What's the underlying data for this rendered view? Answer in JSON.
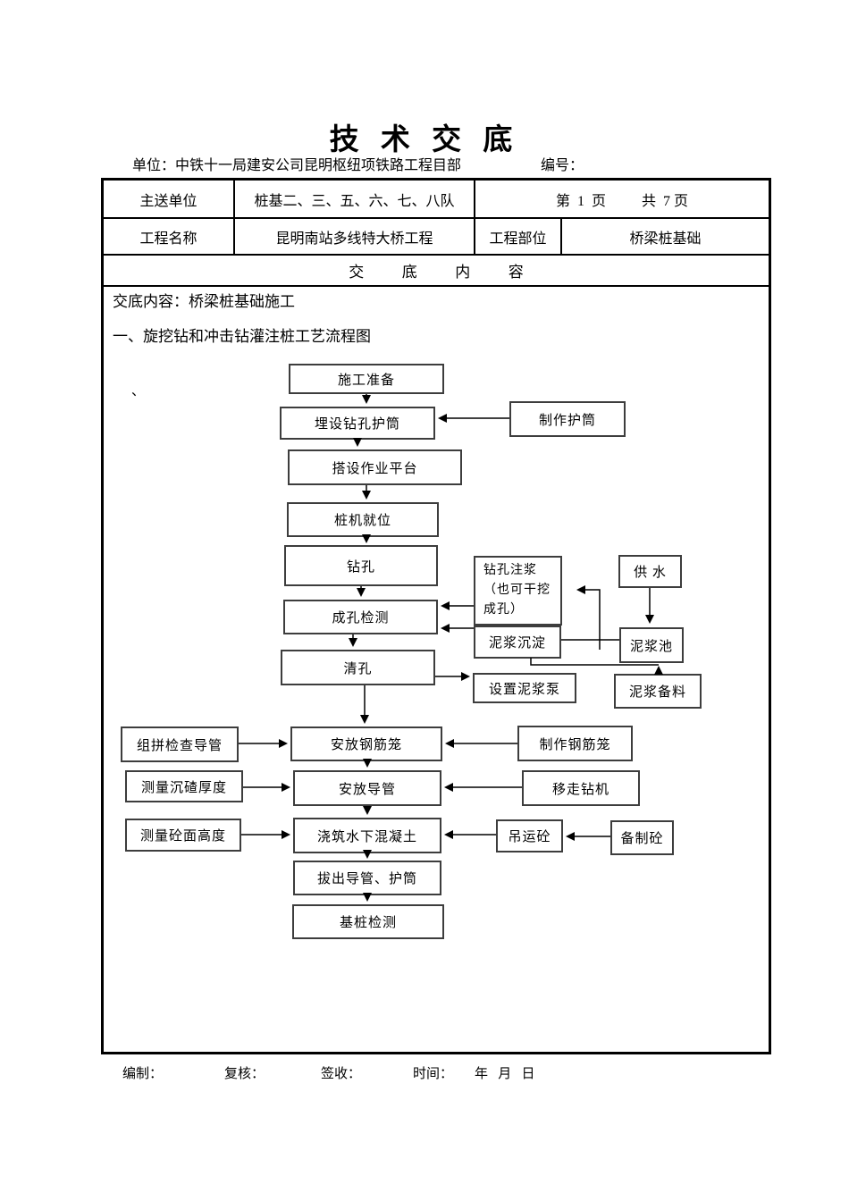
{
  "doc": {
    "title": "技 术 交 底",
    "unit_line": "单位：中铁十一局建安公司昆明枢纽项铁路工程目部",
    "number_label": "编号：",
    "stray_mark": "、"
  },
  "header_table": {
    "main_recipient_label": "主送单位",
    "main_recipient_value": "桩基二、三、五、六、七、八队",
    "page_info": "第  1  页          共  7 页",
    "project_name_label": "工程名称",
    "project_name_value": "昆明南站多线特大桥工程",
    "project_part_label": "工程部位",
    "project_part_value": "桥梁桩基础",
    "content_header": "交          底          内          容"
  },
  "content": {
    "intro_line": "交底内容：桥梁桩基础施工",
    "section_heading": "一、旋挖钻和冲击钻灌注桩工艺流程图"
  },
  "flowchart": {
    "nodes": {
      "prep": "施工准备",
      "casing_install": "埋设钻孔护筒",
      "casing_make": "制作护筒",
      "platform": "搭设作业平台",
      "rig_position": "桩机就位",
      "drilling": "钻孔",
      "grouting": "钻孔注浆\n（也可干挖\n成孔）",
      "water_supply": "供 水",
      "hole_check": "成孔检测",
      "mud_settle": "泥浆沉淀",
      "mud_pool": "泥浆池",
      "hole_clean": "清孔",
      "mud_pump": "设置泥浆泵",
      "mud_material": "泥浆备料",
      "duct_assemble": "组拼检查导管",
      "cage_place": "安放钢筋笼",
      "cage_make": "制作钢筋笼",
      "sediment_measure": "测量沉碴厚度",
      "duct_place": "安放导管",
      "rig_remove": "移走钻机",
      "concrete_surface": "测量砼面高度",
      "concrete_pour": "浇筑水下混凝土",
      "concrete_hoist": "吊运砼",
      "concrete_prepare": "备制砼",
      "duct_pullout": "拔出导管、护筒",
      "pile_test": "基桩检测"
    }
  },
  "footer": {
    "prepared_label": "编制：",
    "reviewed_label": "复核：",
    "received_label": "签收：",
    "time_label": "时间：",
    "date_placeholder": "年   月   日"
  }
}
